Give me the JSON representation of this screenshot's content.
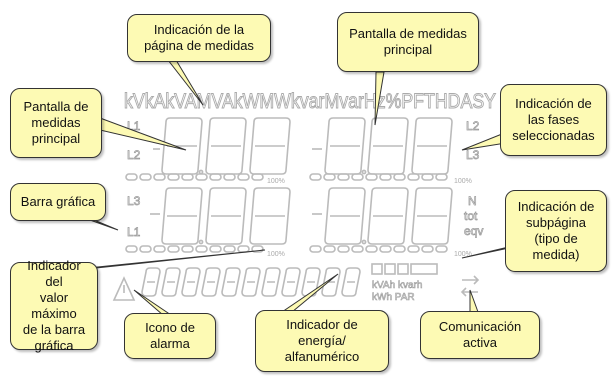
{
  "lcd_top_row": "kVkAkVAMVAkWMWkvarMvarHz%PFTHDASY",
  "phase_labels": {
    "left_top_1": "L1",
    "left_top_2": "L2",
    "left_mid_1": "L3",
    "left_mid_2": "L1",
    "right_top_1": "L2",
    "right_top_2": "L3",
    "right_n": "N",
    "right_tot": "tot",
    "right_eqv": "eqv"
  },
  "percent_label": "100%",
  "energy_units": {
    "line1": "kVAh kvarh",
    "line2": "kWh PAR"
  },
  "colors": {
    "callout_fill": "#fdfab4",
    "lcd_gray": "#bbbbbb"
  },
  "callouts": {
    "measure_page": "Indicación de la\npágina de medidas",
    "main_display_top": "Pantalla de medidas\nprincipal",
    "main_display_left": "Pantalla de\nmedidas\nprincipal",
    "phases": "Indicación de\nlas fases\nseleccionadas",
    "bar_graph": "Barra gráfica",
    "subpage": "Indicación de\nsubpágina\n(tipo de\nmedida)",
    "max_bar": "Indicador del\nvalor máximo\nde la barra\ngráfica",
    "alarm": "Icono de\nalarma",
    "energy": "Indicador de\nenergía/\nalfanumérico",
    "comm": "Comunicación\nactiva"
  }
}
